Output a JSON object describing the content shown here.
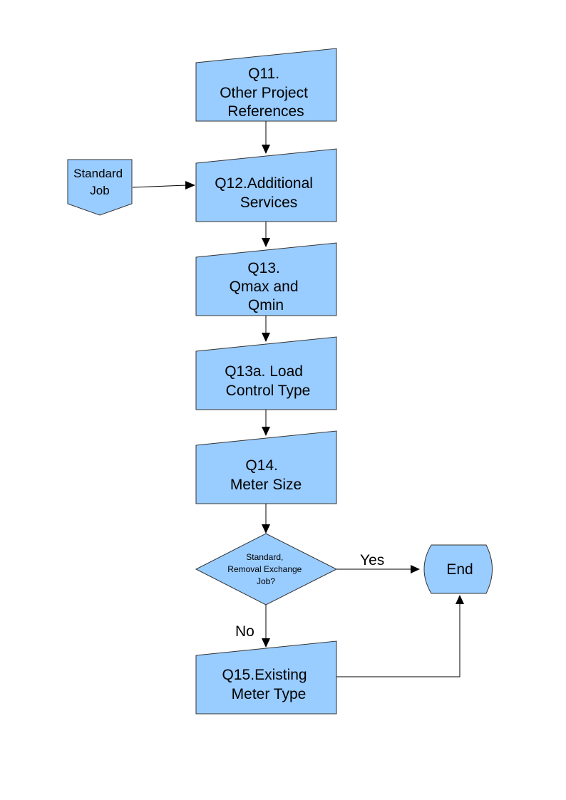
{
  "nodes": {
    "q11": {
      "lines": [
        "Q11.",
        "Other Project",
        "References"
      ]
    },
    "q12": {
      "lines": [
        "Q12.Additional",
        "Services"
      ]
    },
    "q13": {
      "lines": [
        "Q13.",
        "Qmax and",
        "Qmin"
      ]
    },
    "q13a": {
      "lines": [
        "Q13a. Load",
        "Control Type"
      ]
    },
    "q14": {
      "lines": [
        "Q14.",
        "Meter Size"
      ]
    },
    "decision": {
      "lines": [
        "Standard,",
        "Removal Exchange",
        "Job?"
      ]
    },
    "q15": {
      "lines": [
        "Q15.Existing",
        "Meter Type"
      ]
    },
    "standard_job": {
      "lines": [
        "Standard",
        "Job"
      ]
    },
    "end": {
      "label": "End"
    }
  },
  "edge_labels": {
    "yes": "Yes",
    "no": "No"
  },
  "colors": {
    "fill": "#99ccff",
    "stroke": "#333333",
    "line": "#000000"
  }
}
